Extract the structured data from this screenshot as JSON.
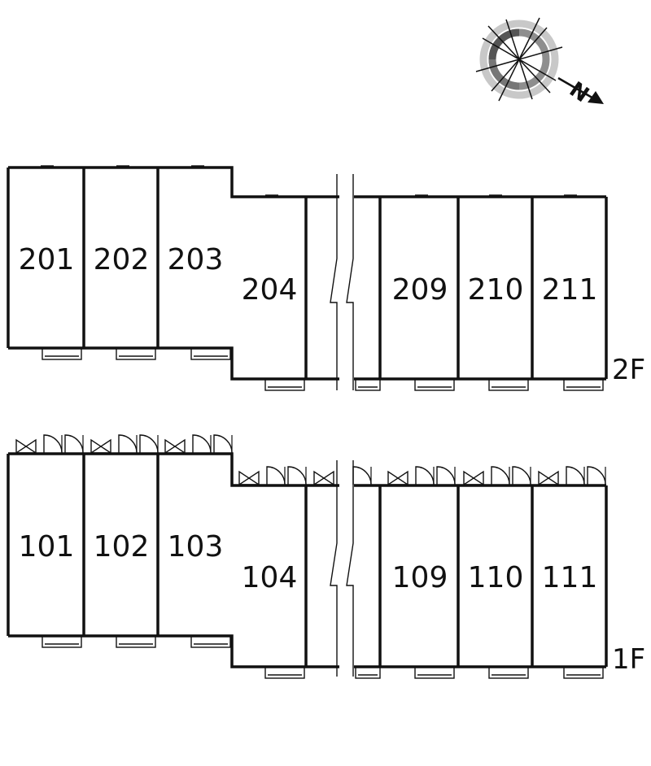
{
  "compass": {
    "north_label": "N",
    "icon": "compass-rose-icon"
  },
  "floors": [
    {
      "label": "2F",
      "units": [
        "201",
        "202",
        "203",
        "204",
        "209",
        "210",
        "211"
      ]
    },
    {
      "label": "1F",
      "units": [
        "101",
        "102",
        "103",
        "104",
        "109",
        "110",
        "111"
      ]
    }
  ]
}
